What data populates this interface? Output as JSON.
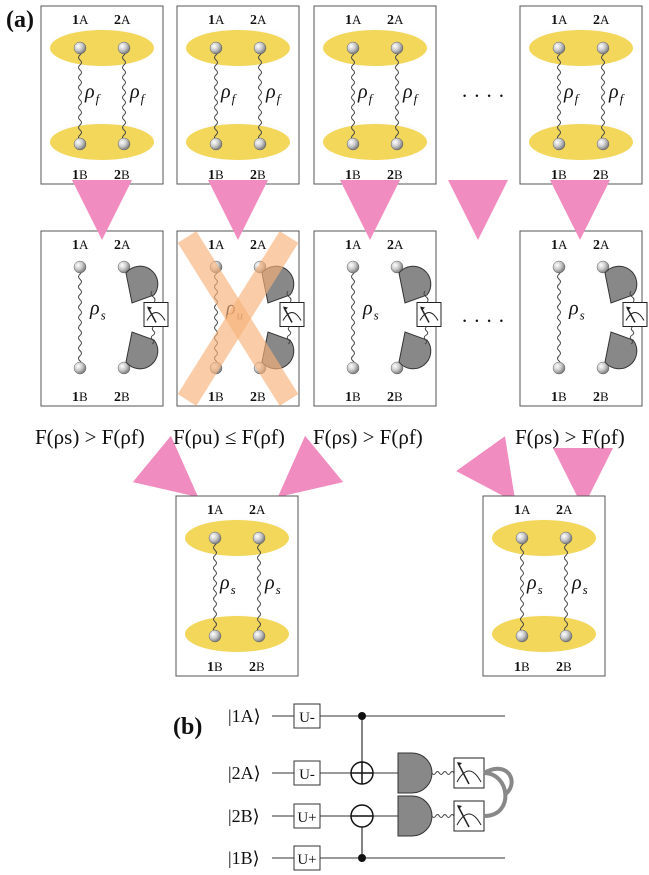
{
  "panel_a_label": "(a)",
  "panel_b_label": "(b)",
  "node_labels": {
    "a1": "1",
    "a1s": "A",
    "a2": "2",
    "a2s": "A",
    "b1": "1",
    "b1s": "B",
    "b2": "2",
    "b2s": "B"
  },
  "rho": "ρ",
  "subscripts": {
    "f": "f",
    "s": "s",
    "u": "u"
  },
  "dots": "· · · ·",
  "fidelity": [
    {
      "text": "F(ρs) > F(ρf)"
    },
    {
      "text": "F(ρu) ≤ F(ρf)"
    },
    {
      "text": "F(ρs) > F(ρf)"
    },
    {
      "text": "F(ρs) > F(ρf)"
    }
  ],
  "circuit": {
    "kets": [
      "|1A⟩",
      "|2A⟩",
      "|2B⟩",
      "|1B⟩"
    ],
    "gates": [
      "U-",
      "U-",
      "U+",
      "U+"
    ]
  },
  "colors": {
    "ellipse": "#f2d75a",
    "arrow": "#f08cc0",
    "cross": "#f8b27a",
    "detector": "#888888",
    "box_border": "#555555"
  },
  "icons": [
    "qubit-sphere",
    "wavy-entanglement-line",
    "detector",
    "measurement-meter",
    "cross-mark",
    "down-arrow"
  ]
}
